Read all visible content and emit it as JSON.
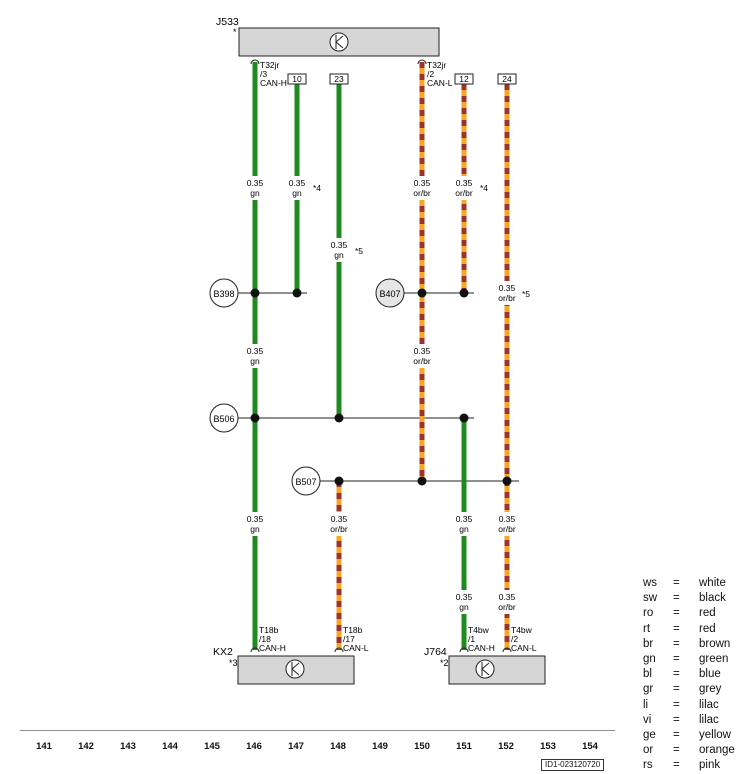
{
  "components": {
    "top": {
      "id": "J533",
      "asterisk": "*"
    },
    "bottom_left": {
      "id": "KX2",
      "note": "*3"
    },
    "bottom_right": {
      "id": "J764",
      "note": "*2"
    }
  },
  "connectors_top": [
    {
      "pin": "T32jr",
      "num": "/3",
      "sig": "CAN-H"
    },
    {
      "pin": "T32jr",
      "num": "/2",
      "sig": "CAN-L"
    }
  ],
  "connectors_bottom": [
    {
      "pin": "T18b",
      "num": "/18",
      "sig": "CAN-H"
    },
    {
      "pin": "T18b",
      "num": "/17",
      "sig": "CAN-L"
    },
    {
      "pin": "T4bw",
      "num": "/1",
      "sig": "CAN-H"
    },
    {
      "pin": "T4bw",
      "num": "/2",
      "sig": "CAN-L"
    }
  ],
  "ref_boxes": [
    "10",
    "23",
    "12",
    "24"
  ],
  "splices": [
    "B398",
    "B506",
    "B507",
    "B407"
  ],
  "wire_labels": [
    {
      "size": "0.35",
      "color": "gn"
    },
    {
      "size": "0.35",
      "color": "gn"
    },
    {
      "size": "0.35",
      "color": "gn"
    },
    {
      "size": "0.35",
      "color": "or/br"
    },
    {
      "size": "0.35",
      "color": "or/br"
    },
    {
      "size": "0.35",
      "color": "or/br"
    },
    {
      "size": "0.35",
      "color": "gn"
    },
    {
      "size": "0.35",
      "color": "or/br"
    },
    {
      "size": "0.35",
      "color": "gn"
    },
    {
      "size": "0.35",
      "color": "gn"
    },
    {
      "size": "0.35",
      "color": "or/br"
    },
    {
      "size": "0.35",
      "color": "or/br"
    },
    {
      "size": "0.35",
      "color": "gn"
    },
    {
      "size": "0.35",
      "color": "or/br"
    }
  ],
  "notes": [
    "*4",
    "*5",
    "*4",
    "*5"
  ],
  "column_numbers": [
    "141",
    "142",
    "143",
    "144",
    "145",
    "146",
    "147",
    "148",
    "149",
    "150",
    "151",
    "152",
    "153",
    "154"
  ],
  "legend": [
    {
      "code": "ws",
      "eq": "=",
      "name": "white"
    },
    {
      "code": "sw",
      "eq": "=",
      "name": "black"
    },
    {
      "code": "ro",
      "eq": "=",
      "name": "red"
    },
    {
      "code": "rt",
      "eq": "=",
      "name": "red"
    },
    {
      "code": "br",
      "eq": "=",
      "name": "brown"
    },
    {
      "code": "gn",
      "eq": "=",
      "name": "green"
    },
    {
      "code": "bl",
      "eq": "=",
      "name": "blue"
    },
    {
      "code": "gr",
      "eq": "=",
      "name": "grey"
    },
    {
      "code": "li",
      "eq": "=",
      "name": "lilac"
    },
    {
      "code": "vi",
      "eq": "=",
      "name": "lilac"
    },
    {
      "code": "ge",
      "eq": "=",
      "name": "yellow"
    },
    {
      "code": "or",
      "eq": "=",
      "name": "orange"
    },
    {
      "code": "rs",
      "eq": "=",
      "name": "pink"
    }
  ],
  "doc_id": "ID1-023120720",
  "colors": {
    "green": "#1f8a1f",
    "orange": "#f5a623",
    "brown": "#a0322d",
    "box": "#d6d6d6"
  }
}
